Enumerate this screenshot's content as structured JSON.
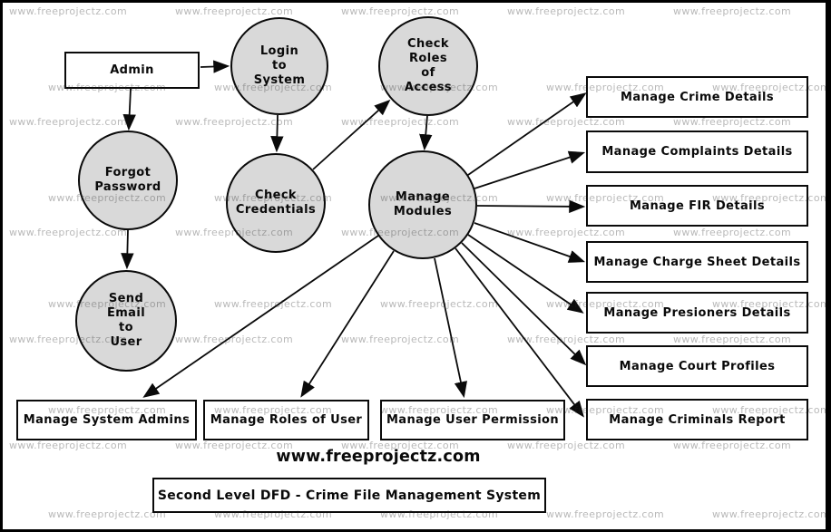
{
  "watermark": {
    "text": "www.freeprojectz.com"
  },
  "diagram": {
    "entity": {
      "label": "Admin"
    },
    "processes": {
      "login": {
        "label": "Login\nto\nSystem"
      },
      "check_roles": {
        "label": "Check\nRoles\nof\nAccess"
      },
      "forgot_password": {
        "label": "Forgot\nPassword"
      },
      "check_credentials": {
        "label": "Check\nCredentials"
      },
      "manage_modules": {
        "label": "Manage\nModules"
      },
      "send_email": {
        "label": "Send\nEmail\nto\nUser"
      }
    },
    "stores_right": [
      "Manage Crime Details",
      "Manage Complaints Details",
      "Manage FIR Details",
      "Manage Charge Sheet Details",
      "Manage Presioners Details",
      "Manage Court Profiles",
      "Manage Criminals Report"
    ],
    "stores_bottom": [
      "Manage System Admins",
      "Manage Roles of User",
      "Manage User Permission"
    ]
  },
  "footer": {
    "site": "www.freeprojectz.com",
    "caption": "Second Level DFD - Crime File Management System"
  },
  "colors": {
    "process_fill": "#d9d9d9",
    "stroke": "#000000",
    "watermark": "#ababab",
    "background": "#ffffff"
  }
}
